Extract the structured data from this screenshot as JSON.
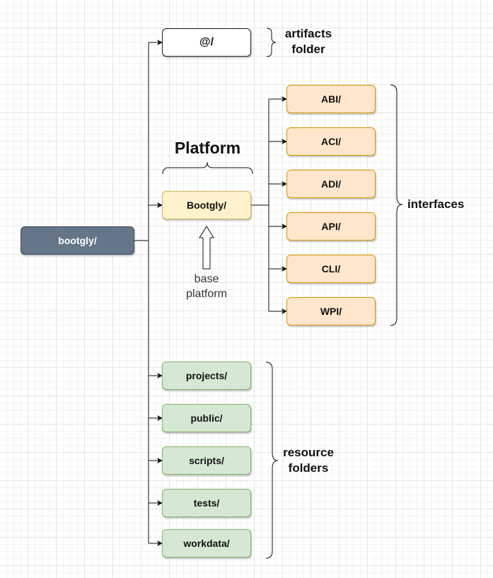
{
  "nodes": {
    "root": "bootgly/",
    "artifacts": "@/",
    "platform": "Bootgly/",
    "interfaces": [
      "ABI/",
      "ACI/",
      "ADI/",
      "API/",
      "CLI/",
      "WPI/"
    ],
    "resources": [
      "projects/",
      "public/",
      "scripts/",
      "tests/",
      "workdata/"
    ]
  },
  "labels": {
    "artifacts_line1": "artifacts",
    "artifacts_line2": "folder",
    "platform_title": "Platform",
    "interfaces": "interfaces",
    "base_line1": "base",
    "base_line2": "platform",
    "resource_line1": "resource",
    "resource_line2": "folders"
  },
  "colors": {
    "root_fill": "#647687",
    "platform_fill": "#fff2cc",
    "interface_fill": "#ffe6cc",
    "resource_fill": "#d5e8d4"
  }
}
